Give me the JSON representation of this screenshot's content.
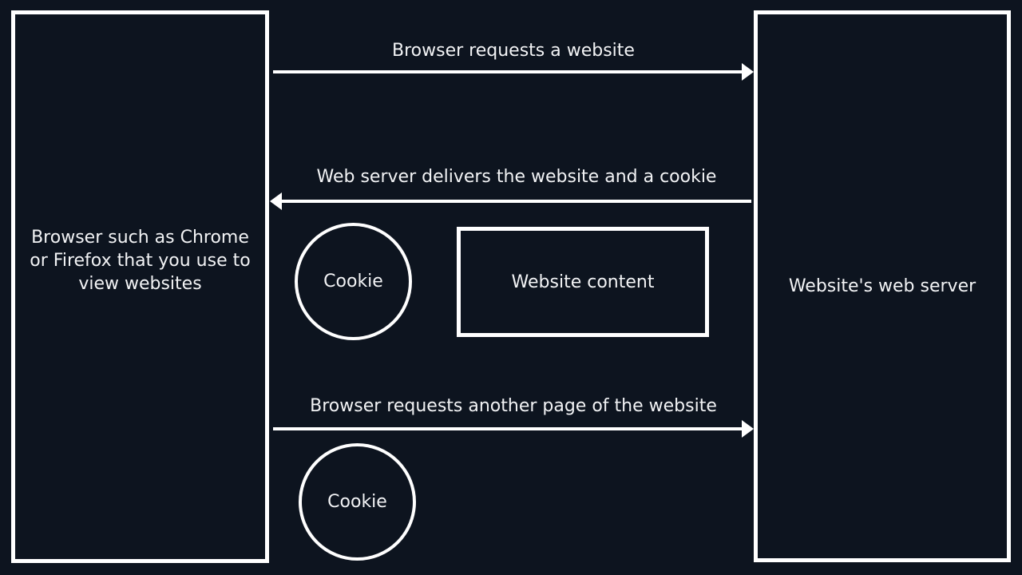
{
  "canvas": {
    "background_color": "#0d141f",
    "stroke_color": "#ffffff",
    "text_color": "#f2f3f5"
  },
  "nodes": {
    "browser": {
      "label": "Browser such as Chrome or Firefox that you use to view websites",
      "lines": [
        "Browser such as Chrome",
        "or Firefox that you use to",
        "view websites"
      ]
    },
    "server": {
      "label": "Website's web server"
    },
    "cookie_delivered": {
      "label": "Cookie"
    },
    "website_content": {
      "label": "Website content"
    },
    "cookie_returned": {
      "label": "Cookie"
    }
  },
  "arrows": [
    {
      "label": "Browser requests a website",
      "direction": "right"
    },
    {
      "label": "Web server delivers the website and a cookie",
      "direction": "left"
    },
    {
      "label": "Browser requests another page of the website",
      "direction": "right"
    }
  ]
}
